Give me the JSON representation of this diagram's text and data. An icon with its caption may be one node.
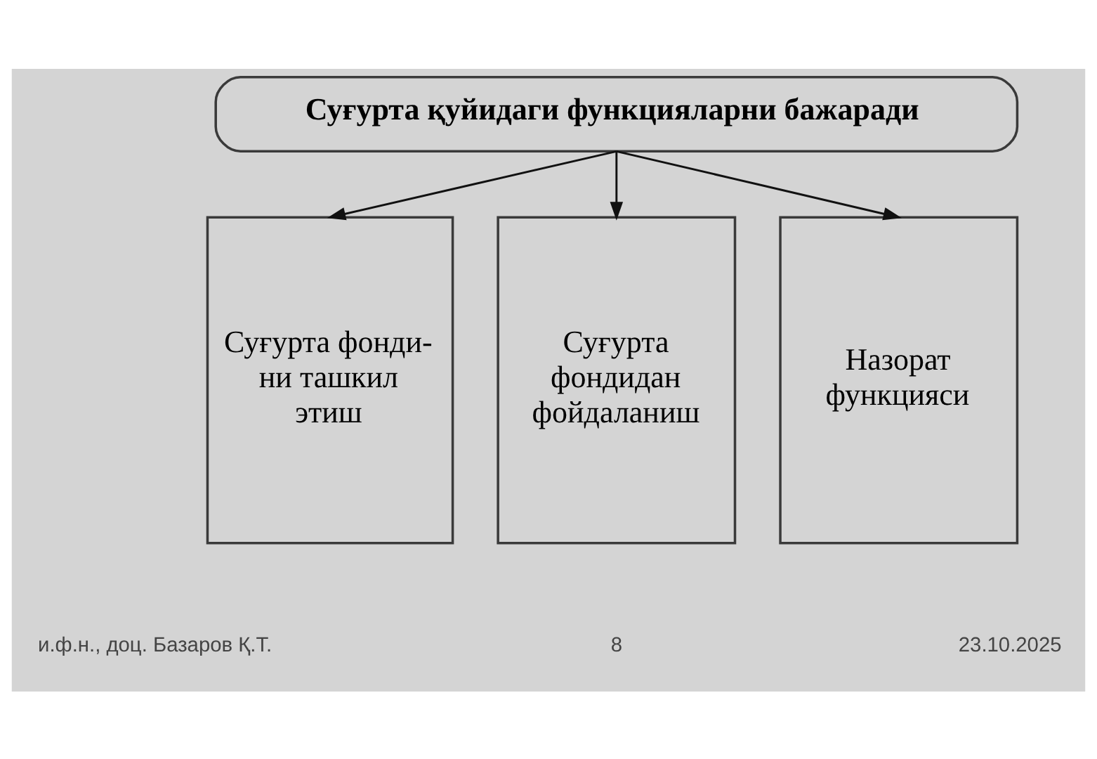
{
  "diagram": {
    "nodes": [
      {
        "text": [
          "Суғурта қуйидаги функцияларни бажаради"
        ]
      },
      {
        "text": [
          "Суғурта фонди- ни ташкил этиш"
        ]
      },
      {
        "text": [
          "Суғурта фондидан фойдаланиш"
        ]
      },
      {
        "text": [
          "Назорат функцияси"
        ]
      }
    ],
    "edges": [
      {
        "from": 0,
        "to": 1,
        "arrow": "to"
      },
      {
        "from": 0,
        "to": 2,
        "arrow": "to"
      },
      {
        "from": 0,
        "to": 3,
        "arrow": "to"
      }
    ],
    "labels": [
      "и.ф.н., доц. Базаров Қ.Т.",
      "8",
      "23.10.2025"
    ]
  }
}
